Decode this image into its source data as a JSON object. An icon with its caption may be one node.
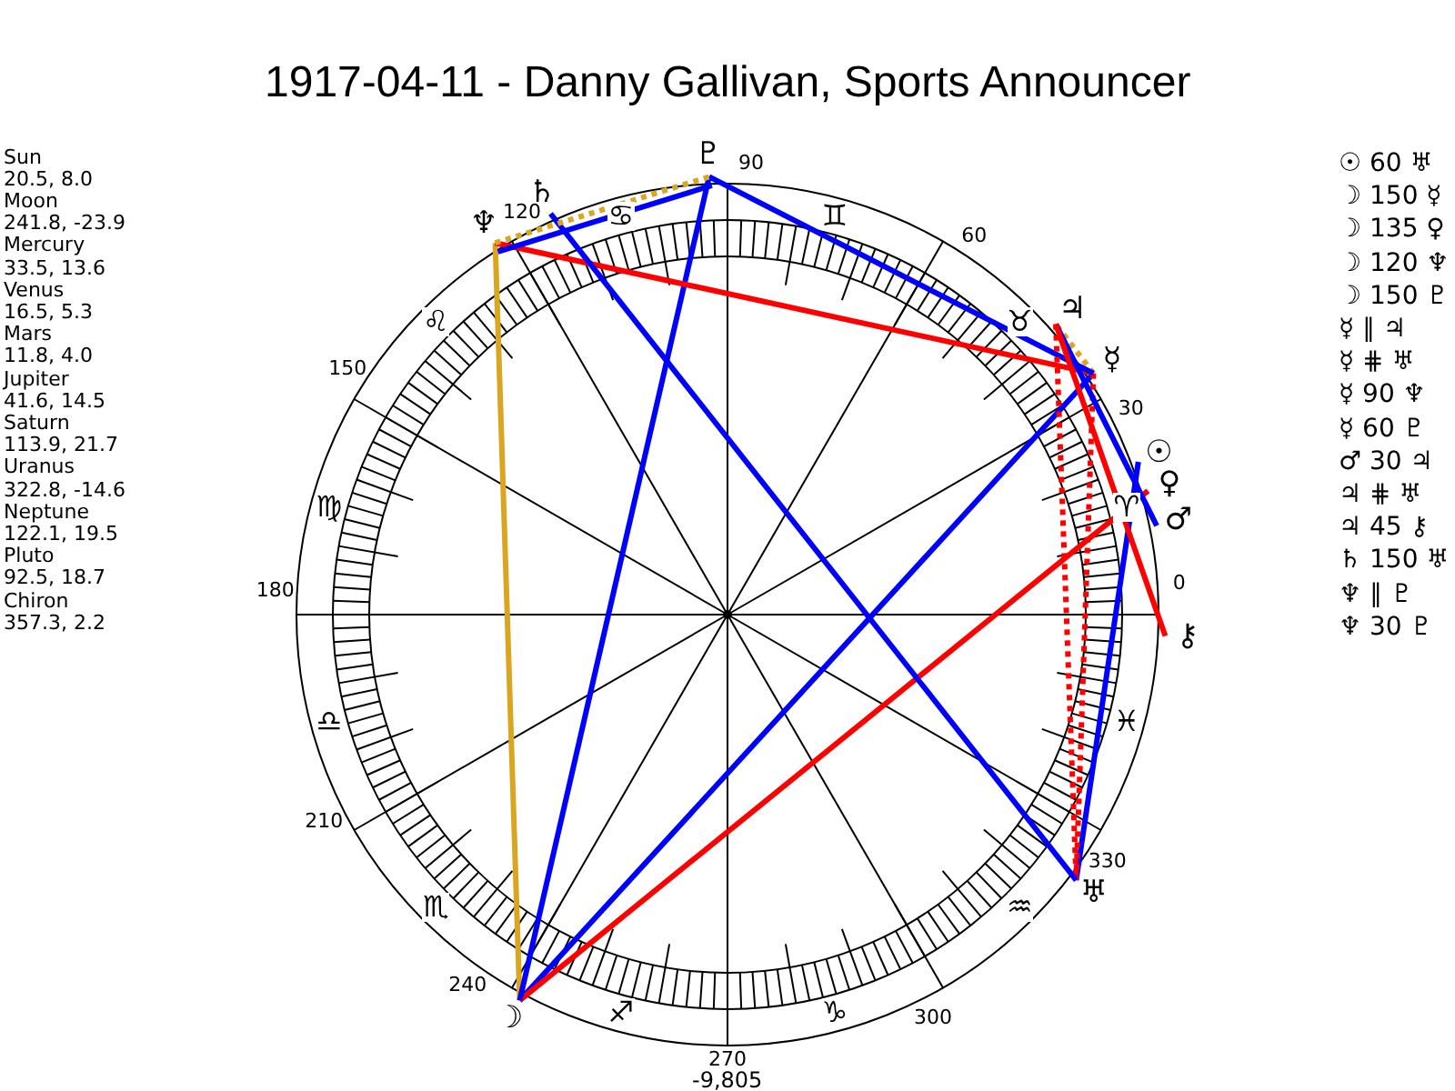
{
  "diagram": {
    "title": "1917-04-11 - Danny Gallivan, Sports Announcer",
    "nodes": [
      {
        "text": [
          "☉"
        ]
      },
      {
        "text": [
          "☽"
        ]
      },
      {
        "text": [
          "☿"
        ]
      },
      {
        "text": [
          "♀"
        ]
      },
      {
        "text": [
          "♂"
        ]
      },
      {
        "text": [
          "♃"
        ]
      },
      {
        "text": [
          "♄"
        ]
      },
      {
        "text": [
          "♅"
        ]
      },
      {
        "text": [
          "♆"
        ]
      },
      {
        "text": [
          "♇"
        ]
      },
      {
        "text": [
          "⚷"
        ]
      }
    ],
    "edges": [
      {
        "from": 0,
        "to": 7,
        "arrow": "none"
      },
      {
        "from": 1,
        "to": 2,
        "arrow": "none"
      },
      {
        "from": 1,
        "to": 3,
        "arrow": "none",
        "color": "#ff0000"
      },
      {
        "from": 1,
        "to": 8,
        "arrow": "none",
        "color": "#daa520"
      },
      {
        "from": 1,
        "to": 9,
        "arrow": "none"
      },
      {
        "from": 2,
        "to": 5,
        "arrow": "none",
        "style": "dashed",
        "color": "#daa520"
      },
      {
        "from": 2,
        "to": 7,
        "arrow": "none",
        "style": "dashed",
        "color": "#ff0000"
      },
      {
        "from": 2,
        "to": 8,
        "arrow": "none",
        "color": "#ff0000"
      },
      {
        "from": 2,
        "to": 9,
        "arrow": "none"
      },
      {
        "from": 4,
        "to": 5,
        "arrow": "none"
      },
      {
        "from": 5,
        "to": 7,
        "arrow": "none",
        "style": "dashed",
        "color": "#ff0000"
      },
      {
        "from": 5,
        "to": 10,
        "arrow": "none",
        "color": "#ff0000"
      },
      {
        "from": 6,
        "to": 7,
        "arrow": "none"
      },
      {
        "from": 8,
        "to": 9,
        "arrow": "none",
        "style": "dashed",
        "color": "#daa520"
      },
      {
        "from": 8,
        "to": 9,
        "arrow": "none"
      }
    ],
    "labels": [
      "Sun",
      "20.5, 8.0",
      "Moon",
      "241.8, -23.9",
      "Mercury",
      "33.5, 13.6",
      "Venus",
      "16.5, 5.3",
      "Mars",
      "11.8, 4.0",
      "Jupiter",
      "41.6, 14.5",
      "Saturn",
      "113.9, 21.7",
      "Uranus",
      "322.8, -14.6",
      "Neptune",
      "122.1, 19.5",
      "Pluto",
      "92.5, 18.7",
      "Chiron",
      "357.3, 2.2",
      "0",
      "30",
      "60",
      "90",
      "120",
      "150",
      "180",
      "210",
      "240",
      "270",
      "300",
      "330",
      "-9,805",
      "♈",
      "♉",
      "♊",
      "♋",
      "♌",
      "♍",
      "♎",
      "♏",
      "♐",
      "♑",
      "♒",
      "♓",
      "☉ 60 ♅",
      "☽ 150 ☿",
      "☽ 135 ♀",
      "☽ 120 ♆",
      "☽ 150 ♇",
      "☿ ∥ ♃",
      "☿ ⋕ ♅",
      "☿ 90 ♆",
      "☿ 60 ♇",
      "♂ 30 ♃",
      "♃ ⋕ ♅",
      "♃ 45 ⚷",
      "♄ 150 ♅",
      "♆ ∥ ♇",
      "♆ 30 ♇"
    ]
  }
}
